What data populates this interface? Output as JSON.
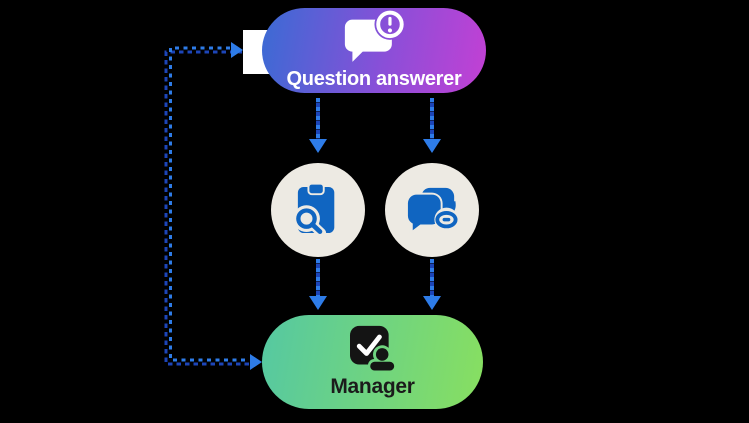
{
  "diagram": {
    "nodes": [
      {
        "id": "question-answerer",
        "type": "agent-pill",
        "label": "Question answerer",
        "icon": "chat-alert-icon"
      },
      {
        "id": "tool-left",
        "type": "tool-circle",
        "label": "",
        "icon": "clipboard-search-icon"
      },
      {
        "id": "tool-right",
        "type": "tool-circle",
        "label": "",
        "icon": "chat-link-icon"
      },
      {
        "id": "manager",
        "type": "agent-pill",
        "label": "Manager",
        "icon": "person-check-icon"
      }
    ],
    "edges": [
      {
        "from": "question-answerer",
        "to": "tool-left",
        "style": "dashed-arrow-down"
      },
      {
        "from": "question-answerer",
        "to": "tool-right",
        "style": "dashed-arrow-down"
      },
      {
        "from": "tool-left",
        "to": "manager",
        "style": "dashed-arrow-down"
      },
      {
        "from": "tool-right",
        "to": "manager",
        "style": "dashed-arrow-down"
      },
      {
        "from": "manager",
        "to": "question-answerer",
        "style": "dashed-arrow-loop-left"
      },
      {
        "from": "question-answerer",
        "to": "manager",
        "style": "dashed-arrow-loop-left"
      }
    ]
  },
  "theme": {
    "background": "#000000",
    "qa-grad-start": "#3a6bd4",
    "qa-grad-mid": "#8a4fd8",
    "qa-grad-end": "#c340d4",
    "mgr-grad-start": "#55c8a2",
    "mgr-grad-end": "#88df60",
    "circle-bg": "#edeae3",
    "icon-blue": "#1065c1",
    "arrow-bright": "#2e7ce8",
    "arrow-dark": "#1c45b8",
    "whitebox": "#ffffff",
    "qa-text": "#ffffff",
    "mgr-text": "#1b1b1b",
    "ink": "#141414"
  }
}
